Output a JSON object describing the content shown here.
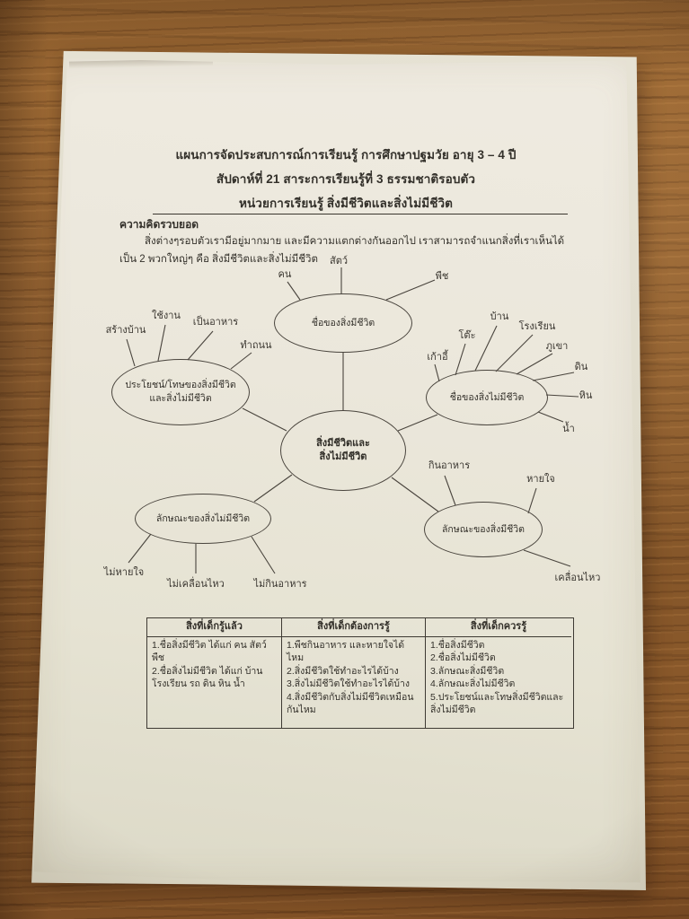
{
  "document": {
    "title_lines": [
      "แผนการจัดประสบการณ์การเรียนรู้ การศึกษาปฐมวัย  อายุ 3 – 4  ปี",
      "สัปดาห์ที่ 21 สาระการเรียนรู้ที่ 3  ธรรมชาติรอบตัว",
      "หน่วยการเรียนรู้  สิ่งมีชีวิตและสิ่งไม่มีชีวิต"
    ],
    "section_heading": "ความคิดรวบยอด",
    "paragraph_lines": [
      "สิ่งต่างๆรอบตัวเรามีอยู่มากมาย และมีความแตกต่างกันออกไป เราสามารถจำแนกสิ่งที่เราเห็นได้",
      "เป็น 2 พวกใหญ่ๆ คือ สิ่งมีชีวิตและสิ่งไม่มีชีวิต"
    ]
  },
  "diagram": {
    "center": {
      "label_lines": [
        "สิ่งมีชีวิตและ",
        "สิ่งไม่มีชีวิต"
      ]
    },
    "nodes": [
      {
        "label_lines": [
          "ชื่อของสิ่งมีชีวิต"
        ],
        "leaves": [
          "คน",
          "สัตว์",
          "พืช"
        ]
      },
      {
        "label_lines": [
          "ประโยชน์/โทษของสิ่งมีชีวิต",
          "และสิ่งไม่มีชีวิต"
        ],
        "leaves": [
          "สร้างบ้าน",
          "ใช้งาน",
          "เป็นอาหาร",
          "ทำถนน"
        ]
      },
      {
        "label_lines": [
          "ชื่อของสิ่งไม่มีชีวิต"
        ],
        "leaves": [
          "เก้าอี้",
          "โต๊ะ",
          "บ้าน",
          "โรงเรียน",
          "ภูเขา",
          "ดิน",
          "หิน",
          "น้ำ"
        ]
      },
      {
        "label_lines": [
          "ลักษณะของสิ่งไม่มีชีวิต"
        ],
        "leaves": [
          "ไม่หายใจ",
          "ไม่เคลื่อนไหว",
          "ไม่กินอาหาร"
        ]
      },
      {
        "label_lines": [
          "ลักษณะของสิ่งมีชีวิต"
        ],
        "leaves": [
          "กินอาหาร",
          "หายใจ",
          "เคลื่อนไหว"
        ]
      }
    ]
  },
  "table": {
    "headers": [
      "สิ่งที่เด็กรู้แล้ว",
      "สิ่งที่เด็กต้องการรู้",
      "สิ่งที่เด็กควรรู้"
    ],
    "columns": [
      {
        "items": [
          "1.ชื่อสิ่งมีชีวิต ได้แก่ คน สัตว์ พืช",
          "2.ชื่อสิ่งไม่มีชีวิต ได้แก่ บ้าน โรงเรียน รถ ดิน หิน น้ำ"
        ]
      },
      {
        "items": [
          "1.พืชกินอาหาร และหายใจได้ไหม",
          "2.สิ่งมีชีวิตใช้ทำอะไรได้บ้าง",
          "3.สิ่งไม่มีชีวิตใช้ทำอะไรได้บ้าง",
          "4.สิ่งมีชีวิตกับสิ่งไม่มีชีวิตเหมือนกันไหม"
        ]
      },
      {
        "items": [
          "1.ชื่อสิ่งมีชีวิต",
          "2.ชื่อสิ่งไม่มีชีวิต",
          "3.ลักษณะสิ่งมีชีวิต",
          "4.ลักษณะสิ่งไม่มีชีวิต",
          "5.ประโยชน์และโทษสิ่งมีชีวิตและสิ่งไม่มีชีวิต"
        ]
      }
    ]
  },
  "colors": {
    "wood_surface": "#8a5a2b",
    "paper": "#eae6d9",
    "ink": "#33302a"
  }
}
